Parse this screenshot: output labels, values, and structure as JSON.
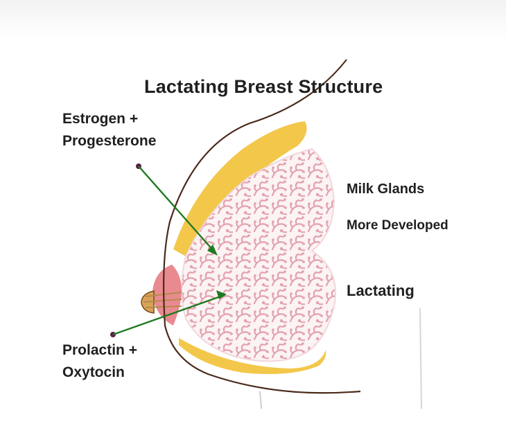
{
  "diagram": {
    "title": "Lactating Breast Structure",
    "hormones_top": {
      "line1": "Estrogen +",
      "line2": "Progesterone"
    },
    "hormones_bottom": {
      "line1": "Prolactin +",
      "line2": "Oxytocin"
    },
    "labels": {
      "milk_glands": "Milk Glands",
      "more_developed": "More Developed",
      "lactating": "Lactating"
    },
    "colors": {
      "arrow": "#1f7a1f",
      "fat": "#f3c74a",
      "gland": "#e7a8b2",
      "nipple": "#e98a90",
      "outline": "#4a2a1a",
      "dot": "#5a1f4a"
    }
  }
}
